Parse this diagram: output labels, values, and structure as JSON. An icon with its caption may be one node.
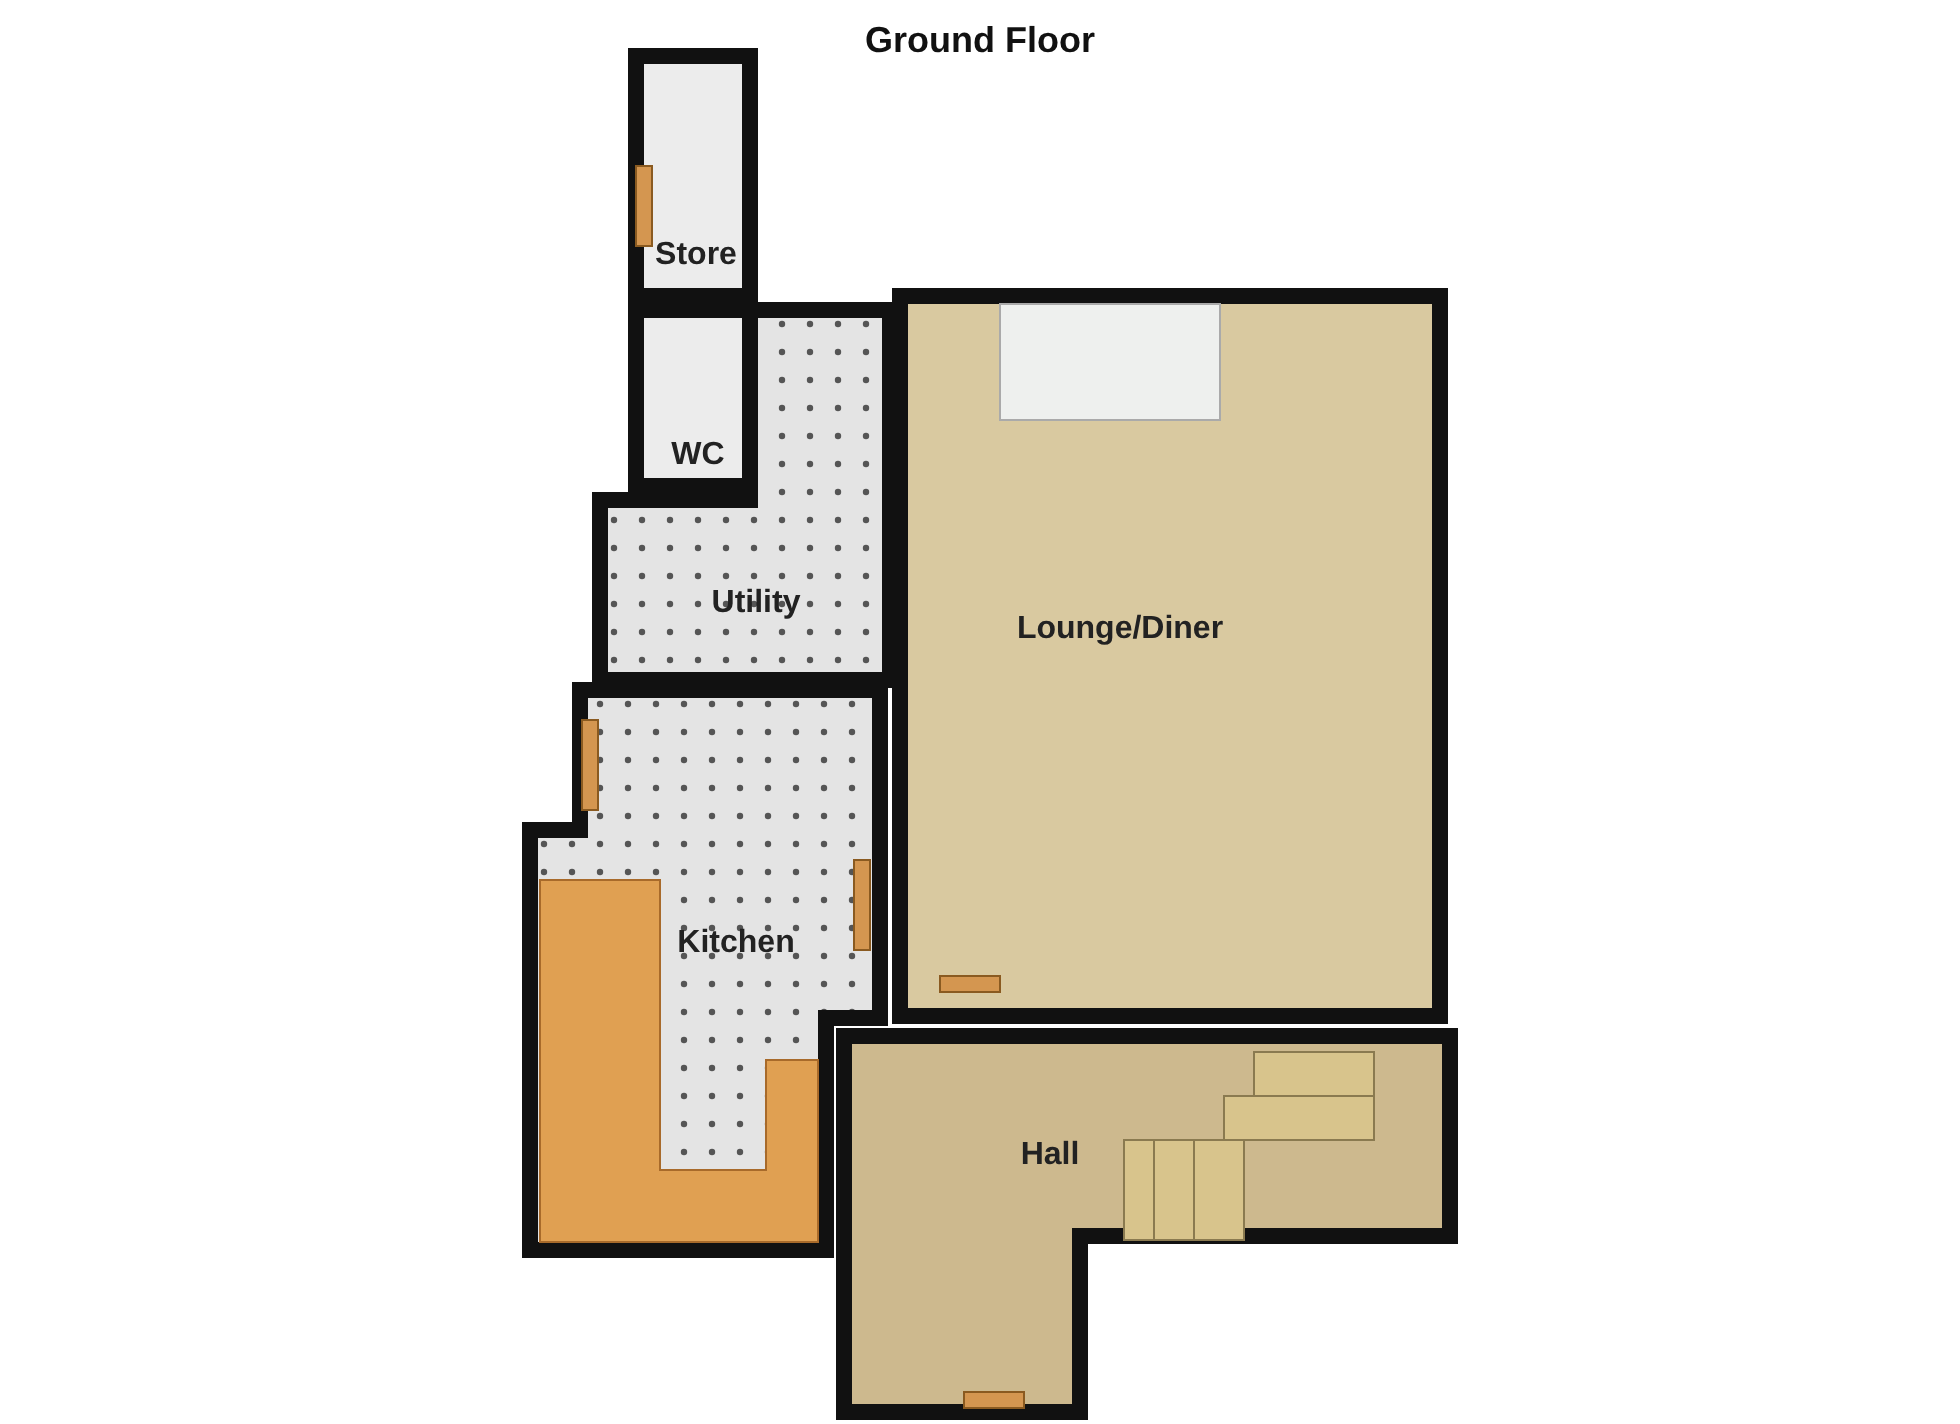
{
  "diagram": {
    "title": "Ground Floor",
    "nodes": [
      {
        "text": [
          "Store"
        ]
      },
      {
        "text": [
          "WC"
        ]
      },
      {
        "text": [
          "Utility"
        ]
      },
      {
        "text": [
          "Lounge/Diner"
        ]
      },
      {
        "text": [
          "Kitchen"
        ]
      },
      {
        "text": [
          "Hall"
        ]
      }
    ]
  }
}
